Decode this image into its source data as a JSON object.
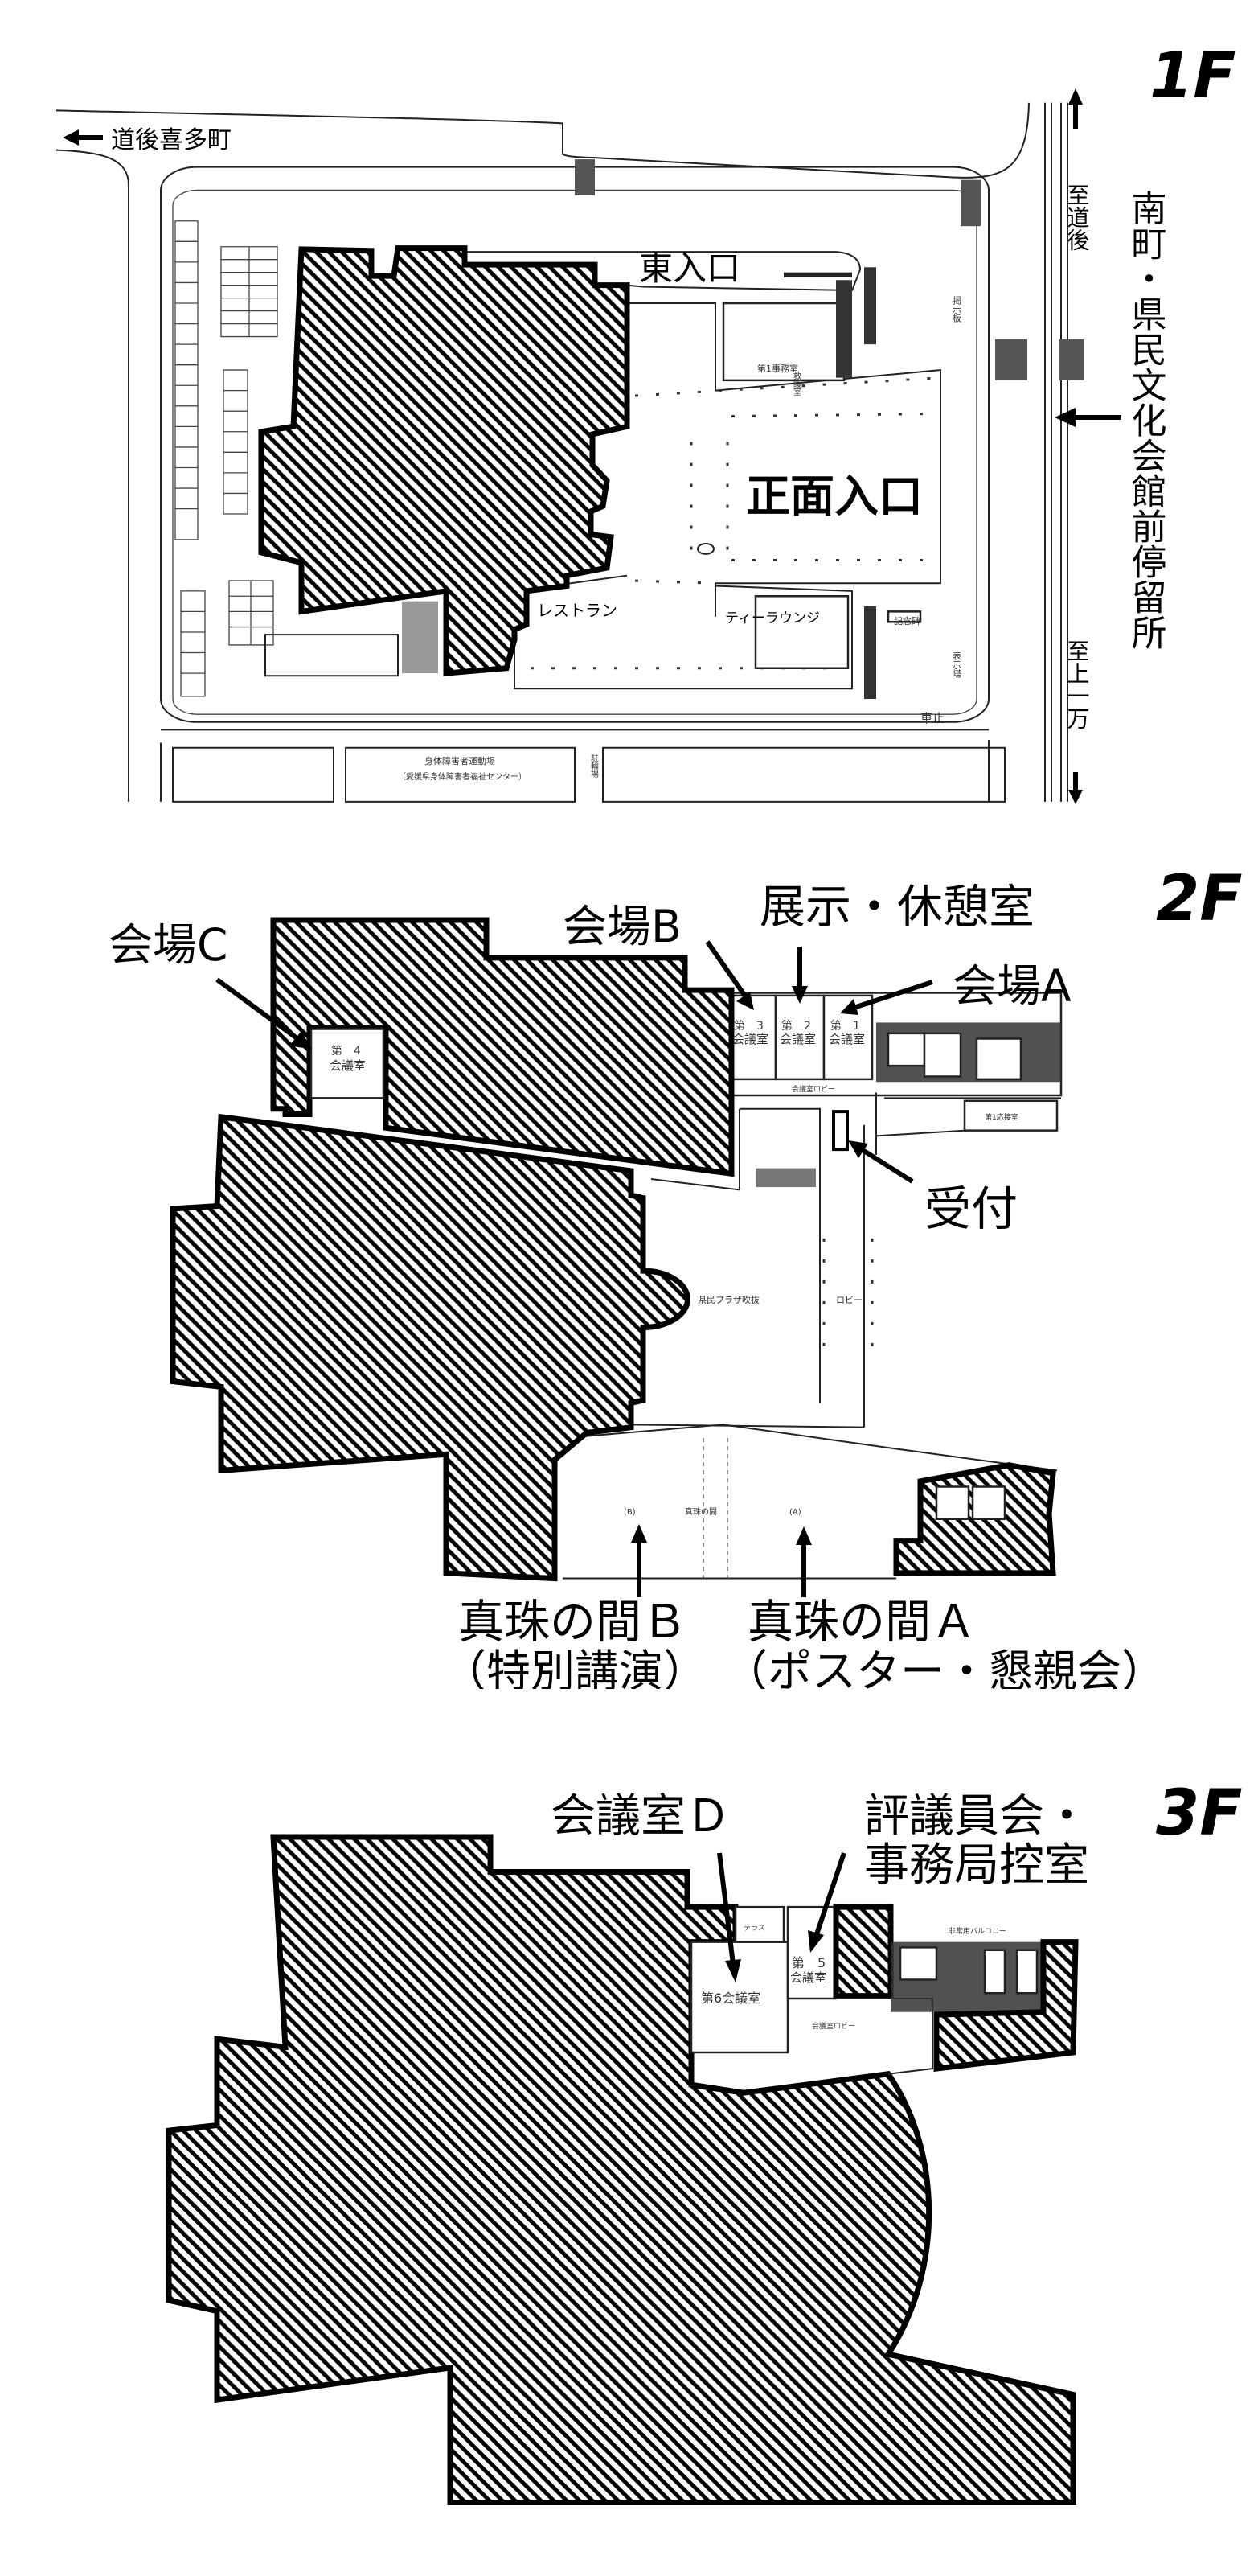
{
  "floors": {
    "f1": {
      "label": "1F",
      "direction_west": "道後喜多町",
      "east_entrance": "東入口",
      "main_entrance": "正面入口",
      "restaurant": "レストラン",
      "tea_lounge": "ティーラウンジ",
      "tram_stop": "南町・県民文化会館前停留所",
      "to_dogo": "至道後",
      "to_kamiichiman": "至上一万",
      "car_stop": "車止",
      "sports_ground": "身体障害者運動場",
      "welfare_center": "（愛媛県身体障害者福祉センター）",
      "bicycle_parking": "駐輪場",
      "notice_board": "掲示板",
      "monument": "記念碑",
      "sign_tower": "表示塔",
      "office_1": "第1事務室",
      "first_aid": "救護室"
    },
    "f2": {
      "label": "2F",
      "venue_c": "会場C",
      "venue_b": "会場B",
      "exhibit_rest": "展示・休憩室",
      "venue_a": "会場A",
      "reception": "受付",
      "room3_top": "第　3",
      "room3_bottom": "会議室",
      "room2_top": "第　2",
      "room2_bottom": "会議室",
      "room1_top": "第　1",
      "room1_bottom": "会議室",
      "room4_top": "第　4",
      "room4_bottom": "会議室",
      "meeting_lobby": "会議室ロビー",
      "reception_room_1": "第1応接室",
      "plaza_atrium": "県民プラザ吹抜",
      "lobby": "ロビー",
      "pearl_hall": "真珠の間",
      "pearl_b_mark": "(B)",
      "pearl_a_mark": "(A)",
      "pearl_b": "真珠の間Ｂ",
      "pearl_b_use": "（特別講演）",
      "pearl_a": "真珠の間Ａ",
      "pearl_a_use": "（ポスター・懇親会）"
    },
    "f3": {
      "label": "3F",
      "room_d": "会議室Ｄ",
      "council_line1": "評議員会・",
      "council_line2": "事務局控室",
      "room6": "第6会議室",
      "room5_top": "第　5",
      "room5_bottom": "会議室",
      "terrace": "テラス",
      "meeting_lobby": "会議室ロビー",
      "balcony": "非常用バルコニー"
    }
  }
}
